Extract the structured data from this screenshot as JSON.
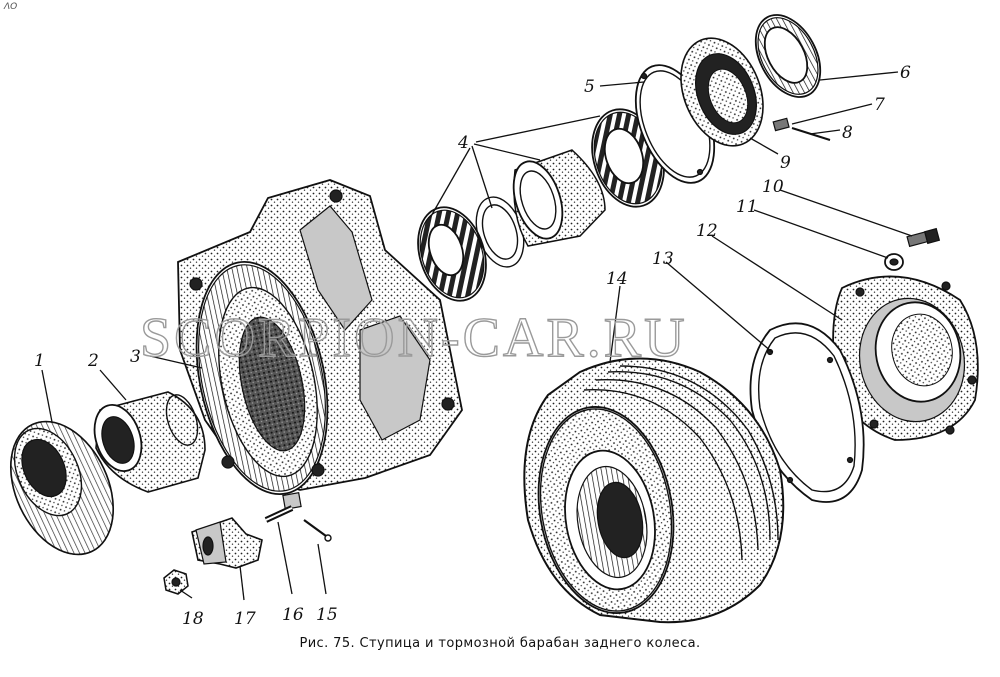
{
  "corner_mark": "ΛΟ",
  "watermark": "SCORPION-CAR.RU",
  "caption": "Рис. 75. Ступица и тормозной барабан заднего колеса.",
  "labels": [
    "1",
    "2",
    "3",
    "4",
    "5",
    "6",
    "7",
    "8",
    "9",
    "10",
    "11",
    "12",
    "13",
    "14",
    "15",
    "16",
    "17",
    "18"
  ]
}
